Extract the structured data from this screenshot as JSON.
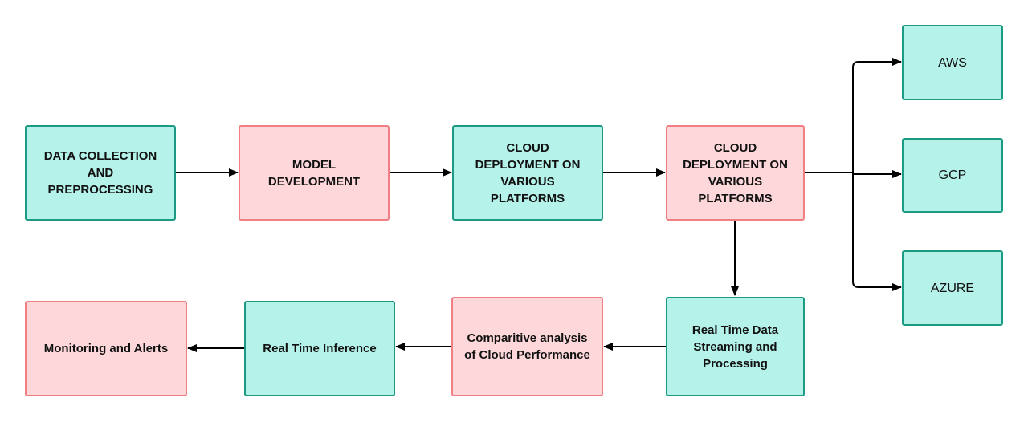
{
  "colors": {
    "teal_fill": "#b5f2ea",
    "teal_border": "#1d9a84",
    "pink_fill": "#fdd7d9",
    "pink_border": "#ef7f82",
    "arrow": "#000000"
  },
  "nodes": {
    "data_collection": "DATA COLLECTION\nAND\nPREPROCESSING",
    "model_development": "MODEL\nDEVELOPMENT",
    "cloud_deployment_1": "CLOUD\nDEPLOYMENT ON\nVARIOUS\nPLATFORMS",
    "cloud_deployment_2": "CLOUD\nDEPLOYMENT ON\nVARIOUS\nPLATFORMS",
    "aws": "AWS",
    "gcp": "GCP",
    "azure": "AZURE",
    "real_time_streaming": "Real Time Data\nStreaming and\nProcessing",
    "comparative_analysis": "Comparitive analysis\nof Cloud Performance",
    "real_time_inference": "Real Time Inference",
    "monitoring_alerts": "Monitoring and Alerts"
  },
  "edges": [
    {
      "from": "DATA COLLECTION AND PREPROCESSING",
      "to": "MODEL DEVELOPMENT"
    },
    {
      "from": "MODEL DEVELOPMENT",
      "to": "CLOUD DEPLOYMENT ON VARIOUS PLATFORMS"
    },
    {
      "from": "CLOUD DEPLOYMENT ON VARIOUS PLATFORMS",
      "to": "CLOUD DEPLOYMENT ON VARIOUS PLATFORMS"
    },
    {
      "from": "CLOUD DEPLOYMENT ON VARIOUS PLATFORMS",
      "to": "AWS"
    },
    {
      "from": "CLOUD DEPLOYMENT ON VARIOUS PLATFORMS",
      "to": "GCP"
    },
    {
      "from": "CLOUD DEPLOYMENT ON VARIOUS PLATFORMS",
      "to": "AZURE"
    },
    {
      "from": "CLOUD DEPLOYMENT ON VARIOUS PLATFORMS",
      "to": "Real Time Data Streaming and Processing"
    },
    {
      "from": "Real Time Data Streaming and Processing",
      "to": "Comparitive analysis of Cloud Performance"
    },
    {
      "from": "Comparitive analysis of Cloud Performance",
      "to": "Real Time Inference"
    },
    {
      "from": "Real Time Inference",
      "to": "Monitoring and Alerts"
    }
  ]
}
